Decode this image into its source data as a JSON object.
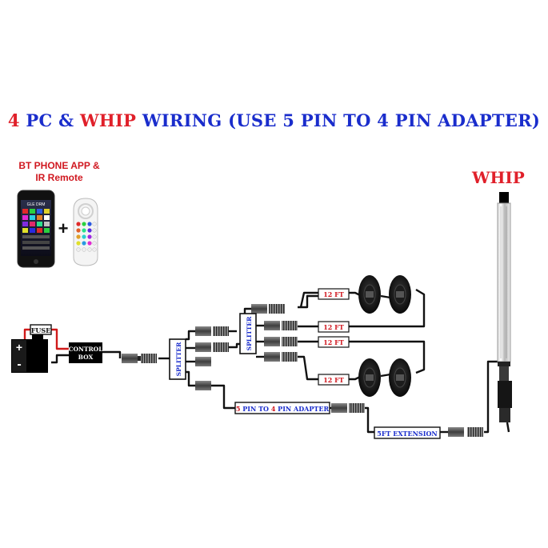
{
  "title": {
    "parts": [
      {
        "text": "4 ",
        "color": "#e0202a"
      },
      {
        "text": "PC & ",
        "color": "#1a2dcc"
      },
      {
        "text": "WHIP",
        "color": "#e0202a"
      },
      {
        "text": " WIRING (USE 5 PIN TO 4 PIN ADAPTER)",
        "color": "#1a2dcc"
      }
    ]
  },
  "controls": {
    "label_line1": "BT PHONE APP &",
    "label_line2": "IR Remote",
    "plus": "+",
    "phone_app_header": "GLE DRM"
  },
  "whip_label": "WHIP",
  "battery": {
    "plus": "+",
    "minus": "-"
  },
  "fuse_label": "FUSE",
  "control_box": {
    "line1": "CONTROL",
    "line2": "BOX"
  },
  "splitter_label": "SPLITTER",
  "cables": {
    "twelve_ft": "12 FT"
  },
  "adapter": {
    "num1": "5",
    "mid": " PIN TO ",
    "num2": "4",
    "rest": " PIN ADAPTER"
  },
  "extension_label": "5FT EXTENSION",
  "colors": {
    "wire": "#111111",
    "fuse_wire": "#d01a1a",
    "title_red": "#e0202a",
    "title_blue": "#1a2dcc",
    "label_blue": "#1a2dcc",
    "label_red": "#d01820",
    "connector": "#555555"
  }
}
